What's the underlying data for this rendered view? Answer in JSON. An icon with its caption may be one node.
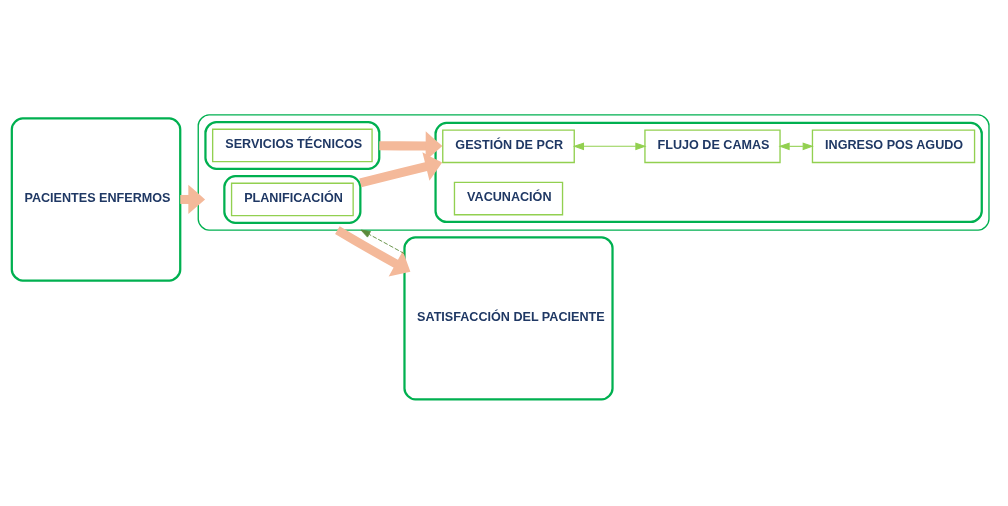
{
  "diagram": {
    "nodes": [
      {
        "text": [
          "PACIENTES ENFERMOS"
        ]
      },
      {
        "text": [],
        "shape": "box"
      },
      {
        "text": [],
        "shape": "box",
        "in": 1
      },
      {
        "text": [
          "PLANIFICACIÓN"
        ],
        "in": 2
      },
      {
        "text": [],
        "shape": "box",
        "in": 1
      },
      {
        "text": [
          "GESTIÓN DE PCR"
        ],
        "in": 4
      },
      {
        "text": [
          "FLUJO DE CAMAS"
        ],
        "in": 4
      },
      {
        "text": [
          "INGRESO POS AGUDO"
        ],
        "in": 4
      },
      {
        "text": [
          "VACUNACIÓN"
        ],
        "in": 4
      },
      {
        "text": [],
        "shape": "box",
        "in": 1
      },
      {
        "text": [
          "SERVICIOS TÉCNICOS"
        ],
        "in": 9
      },
      {
        "text": [
          "SATISFACCIÓN DEL PACIENTE"
        ]
      }
    ],
    "edges": [
      {
        "from": 0,
        "to": 1,
        "arrow": "to",
        "color": "#f4b99a"
      },
      {
        "from": 2,
        "to": 4,
        "arrow": "to",
        "color": "#f4b99a"
      },
      {
        "from": 9,
        "to": 4,
        "arrow": "to",
        "color": "#f4b99a"
      },
      {
        "from": 5,
        "to": 6,
        "arrow": "both",
        "color": "#92d050"
      },
      {
        "from": 6,
        "to": 7,
        "arrow": "both",
        "color": "#92d050"
      },
      {
        "from": 1,
        "to": 11,
        "arrow": "to",
        "color": "#f4b99a"
      },
      {
        "from": 11,
        "to": 1,
        "arrow": "to",
        "style": "dashed",
        "color": "#5b8a3a"
      }
    ]
  }
}
